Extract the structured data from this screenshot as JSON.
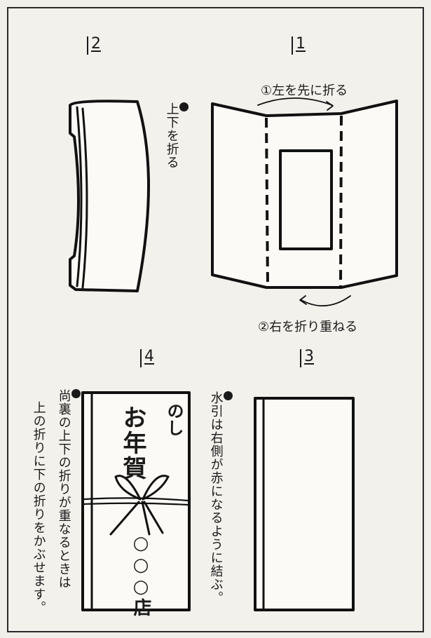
{
  "steps": {
    "s1": "1",
    "s2": "2",
    "s3": "3",
    "s4": "4"
  },
  "instructions": {
    "fold_left_first": "①左を先に折る",
    "fold_right_over": "②右を折り重ねる",
    "fold_top_bottom": "上下を折る",
    "mizuhiki_red_right": "水引は右側が赤になるように結ぶ。",
    "note_overlap_line1": "尚裏の上下の折りが重なるときは",
    "note_overlap_line2": "上の折りに下の折りをかぶせます。"
  },
  "envelope_text": {
    "noshi": "のし",
    "title": "お年賀",
    "sender": "○○○店"
  },
  "colors": {
    "ink": "#111111",
    "paper": "#fbfaf6",
    "background": "#f3f1ec"
  }
}
